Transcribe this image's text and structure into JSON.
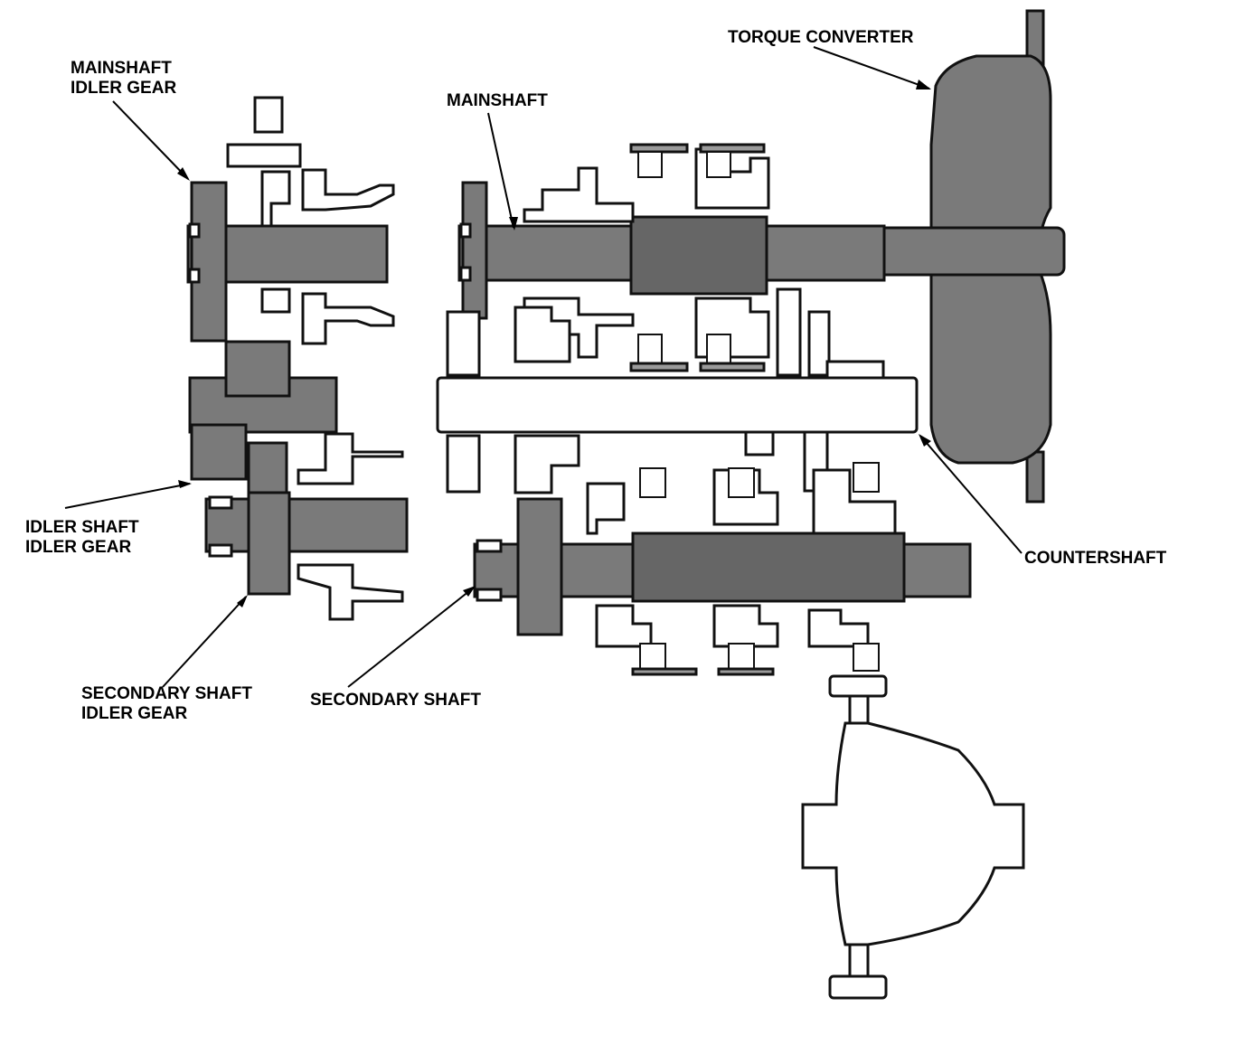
{
  "labels": {
    "torque_converter": "TORQUE CONVERTER",
    "mainshaft_idler_gear_1": "MAINSHAFT",
    "mainshaft_idler_gear_2": "IDLER GEAR",
    "mainshaft": "MAINSHAFT",
    "idler_shaft_idler_gear_1": "IDLER SHAFT",
    "idler_shaft_idler_gear_2": "IDLER GEAR",
    "secondary_shaft_idler_gear_1": "SECONDARY SHAFT",
    "secondary_shaft_idler_gear_2": "IDLER GEAR",
    "secondary_shaft": "SECONDARY SHAFT",
    "countershaft": "COUNTERSHAFT"
  },
  "colors": {
    "shaft_fill": "#7a7a7a",
    "outline": "#111111",
    "background": "#ffffff"
  }
}
